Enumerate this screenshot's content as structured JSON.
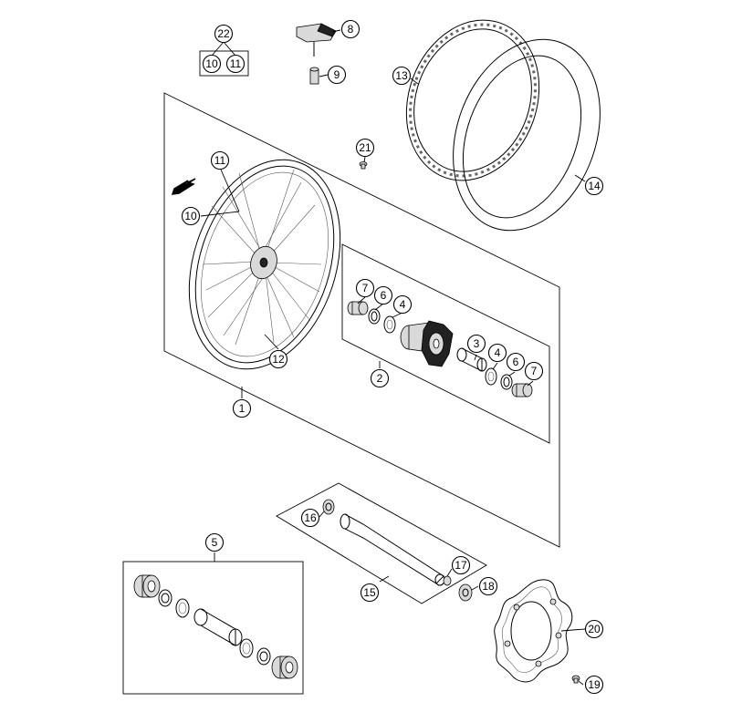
{
  "diagram": {
    "callouts": {
      "c1": "1",
      "c2": "2",
      "c3": "3",
      "c4a": "4",
      "c4b": "4",
      "c5": "5",
      "c6a": "6",
      "c6b": "6",
      "c7a": "7",
      "c7b": "7",
      "c8": "8",
      "c9": "9",
      "c10a": "10",
      "c10b": "10",
      "c11a": "11",
      "c11b": "11",
      "c12": "12",
      "c13": "13",
      "c14": "14",
      "c15": "15",
      "c16": "16",
      "c17": "17",
      "c18": "18",
      "c19": "19",
      "c20": "20",
      "c21": "21",
      "c22": "22"
    },
    "rotation_arrow_icon": "arrow-down-left-icon"
  }
}
